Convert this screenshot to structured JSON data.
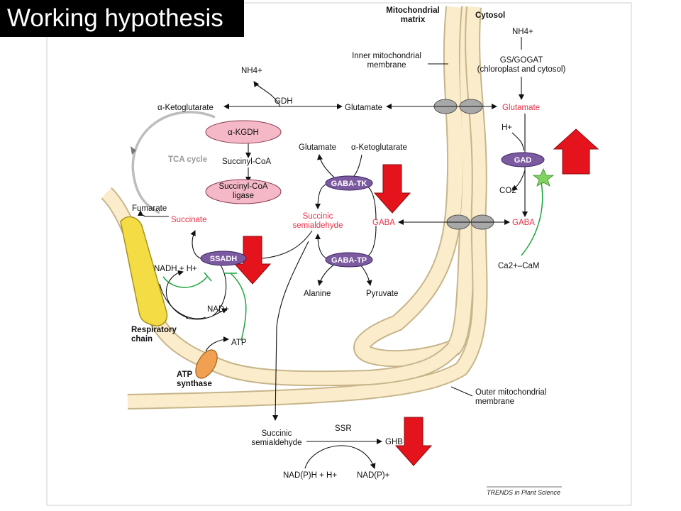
{
  "slide_title": "Working hypothesis",
  "compartments": {
    "matrix": "Mitochondrial\nmatrix",
    "cytosol": "Cytosol",
    "inner_membrane": "Inner mitochondrial\nmembrane",
    "outer_membrane": "Outer mitochondrial\nmembrane"
  },
  "metabolites": {
    "nh4_cytosol": "NH4+",
    "gs_gogat": "GS/GOGAT\n(chloroplast and cytosol)",
    "glutamate_cytosol": "Glutamate",
    "h_plus": "H+",
    "co2": "CO2",
    "gaba_cytosol": "GABA",
    "ca_cam": "Ca2+–CaM",
    "nh4_matrix": "NH4+",
    "gdh": "GDH",
    "a_ketoglutarate": "α-Ketoglutarate",
    "glutamate_matrix": "Glutamate",
    "tca_cycle": "TCA cycle",
    "succinyl_coa": "Succinyl-CoA",
    "fumarate": "Fumarate",
    "succinate": "Succinate",
    "glutamate_tk": "Glutamate",
    "a_ketoglutarate_tk": "α-Ketoglutarate",
    "succinic_semialdehyde": "Succinic\nsemialdehyde",
    "gaba_matrix": "GABA",
    "alanine": "Alanine",
    "pyruvate": "Pyruvate",
    "nadh": "NADH + H+",
    "nad": "NAD+",
    "atp": "ATP",
    "respiratory_chain": "Respiratory\nchain",
    "atp_synthase": "ATP\nsynthase",
    "ssa_cytosol": "Succinic\nsemialdehyde",
    "ssr": "SSR",
    "ghb": "GHB",
    "nadph": "NAD(P)H + H+",
    "nadp": "NAD(P)+"
  },
  "enzymes": {
    "a_kgdh": "α-KGDH",
    "succinyl_coa_ligase": "Succinyl-CoA\nligase",
    "gaba_tk": "GABA-TK",
    "gaba_tp": "GABA-TP",
    "ssadh": "SSADH",
    "gad": "GAD"
  },
  "credit": "TRENDS in Plant Science",
  "colors": {
    "red_text": "#e8334a",
    "membrane_fill": "#fbeccb",
    "enzyme_purple": "#7c5aa0",
    "enzyme_pink": "#f4b8c6",
    "arrow_red": "#e5131b",
    "inhibition_green": "#1aa33a",
    "tca_grey": "#bdbdbd"
  }
}
